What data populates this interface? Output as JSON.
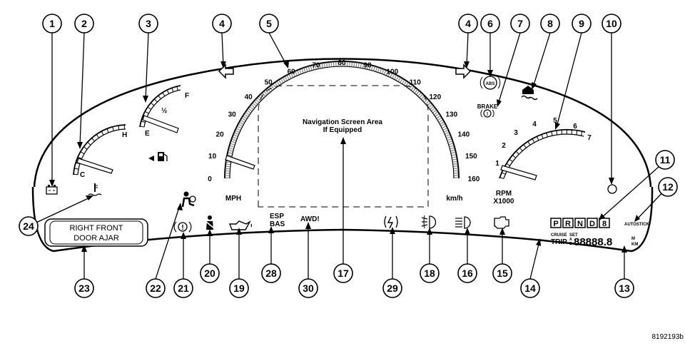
{
  "gauges": {
    "speedometer": {
      "ticks": [
        "0",
        "10",
        "20",
        "30",
        "40",
        "50",
        "60",
        "70",
        "80",
        "90",
        "100",
        "110",
        "120",
        "130",
        "140",
        "150",
        "160"
      ],
      "unit_mph": "MPH",
      "unit_kmh": "km/h"
    },
    "fuel": {
      "full": "F",
      "half": "½",
      "empty": "E"
    },
    "temperature": {
      "hot": "H",
      "cold": "C"
    },
    "tachometer": {
      "ticks": [
        "1",
        "2",
        "3",
        "4",
        "5",
        "6",
        "7"
      ],
      "unit": "RPM",
      "multiplier": "X1000"
    }
  },
  "nav_screen": {
    "line1": "Navigation Screen Area",
    "line2": "If Equipped"
  },
  "indicators": {
    "brake": "BRAKE",
    "abs": "ABS",
    "esp": "ESP",
    "bas": "BAS",
    "awd": "AWD!",
    "autostick": "AUTOSTICK",
    "cruise": "CRUISE",
    "set": "SET",
    "trip": "TRIP",
    "trip_ab_a": "A",
    "trip_ab_b": "B",
    "odometer": "88888.8",
    "odo_unit_m": "M",
    "odo_unit_km": "KM"
  },
  "gear_selector": [
    "P",
    "R",
    "N",
    "D",
    "8"
  ],
  "message_display": {
    "line1": "RIGHT FRONT",
    "line2": "DOOR AJAR"
  },
  "callouts": [
    "1",
    "2",
    "3",
    "4",
    "4",
    "5",
    "6",
    "7",
    "8",
    "9",
    "10",
    "11",
    "12",
    "13",
    "14",
    "15",
    "16",
    "17",
    "18",
    "19",
    "20",
    "21",
    "22",
    "23",
    "24",
    "28",
    "29",
    "30"
  ],
  "figure_id": "8192193b"
}
